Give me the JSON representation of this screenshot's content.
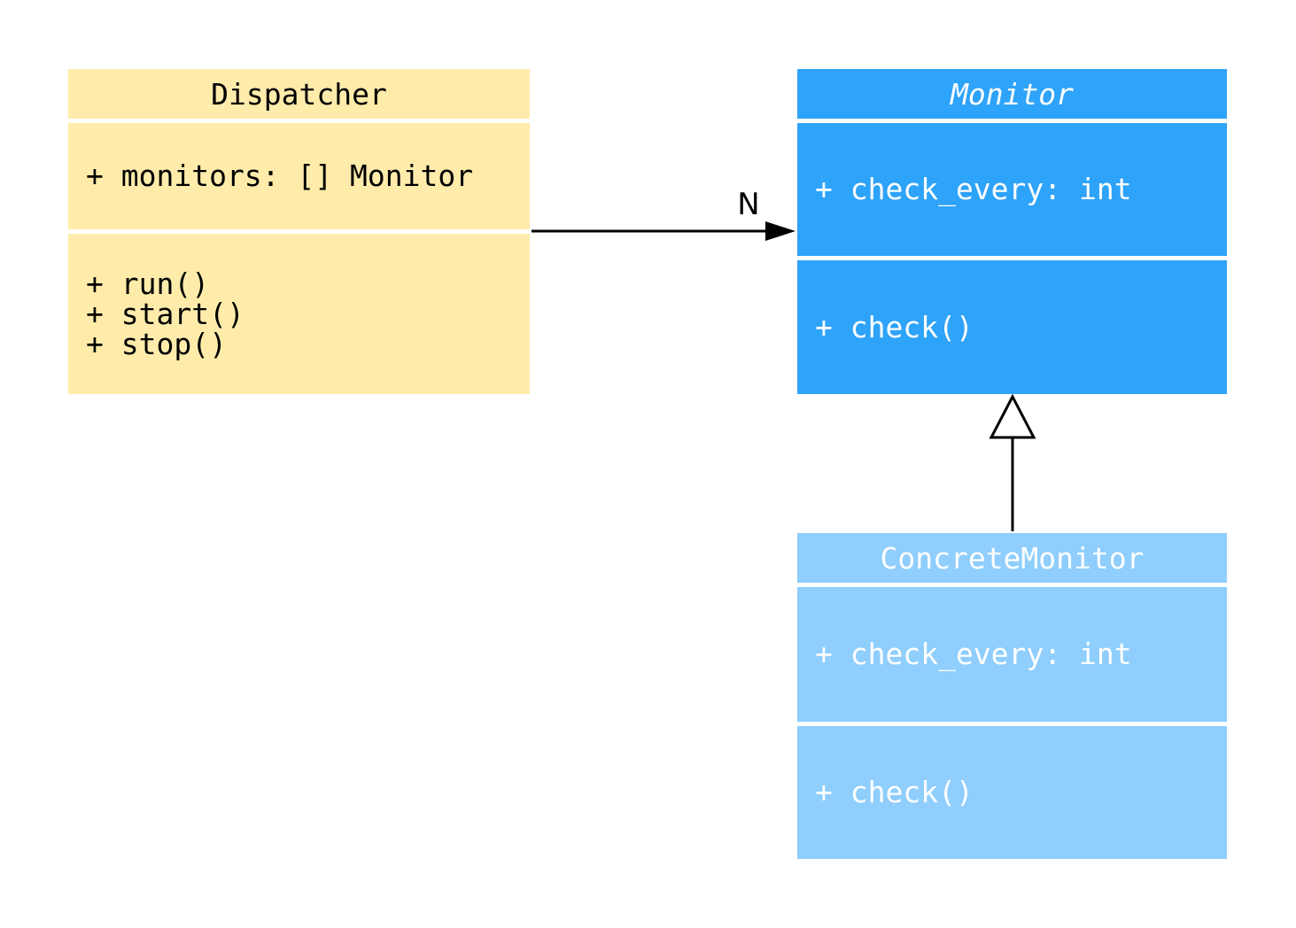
{
  "classes": {
    "dispatcher": {
      "name": "Dispatcher",
      "fill": "#FFECAB",
      "text_color": "#000000",
      "attributes": [
        "+ monitors: [] Monitor"
      ],
      "methods": [
        "+ run()",
        "+ start()",
        "+ stop()"
      ]
    },
    "monitor": {
      "name": "Monitor",
      "name_italic": true,
      "fill": "#2EA3FA",
      "text_color": "#FFFFFF",
      "attributes": [
        "+ check_every: int"
      ],
      "methods": [
        "+ check()"
      ]
    },
    "concrete_monitor": {
      "name": "ConcreteMonitor",
      "name_italic": false,
      "fill": "#8FCEFD",
      "text_color": "#FFFFFF",
      "attributes": [
        "+ check_every: int"
      ],
      "methods": [
        "+ check()"
      ]
    }
  },
  "relations": {
    "association": {
      "from": "Dispatcher",
      "to": "Monitor",
      "label": "N"
    },
    "inheritance": {
      "from": "ConcreteMonitor",
      "to": "Monitor"
    }
  },
  "edge_color": "#000000"
}
